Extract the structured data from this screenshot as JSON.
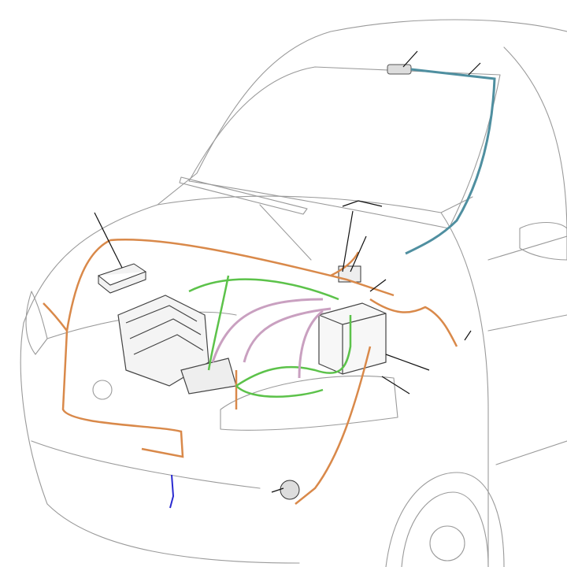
{
  "colors": {
    "background": "#ffffff",
    "body_outline": "#9a9a9a",
    "main_harness": "#d9894a",
    "engine_harness": "#5cc24a",
    "battery_cables": "#c9a0c0",
    "roof_harness": "#4f8fa0",
    "blue_wire": "#2a2ad0"
  },
  "components": [
    "vehicle-body",
    "windshield",
    "wiper",
    "roof-antenna-module",
    "roof-harness",
    "ecu-module",
    "engine-block",
    "battery",
    "fuse-box",
    "main-harness",
    "engine-harness",
    "battery-cables",
    "horn",
    "headlamp-left",
    "headlamp-right",
    "wheel"
  ]
}
